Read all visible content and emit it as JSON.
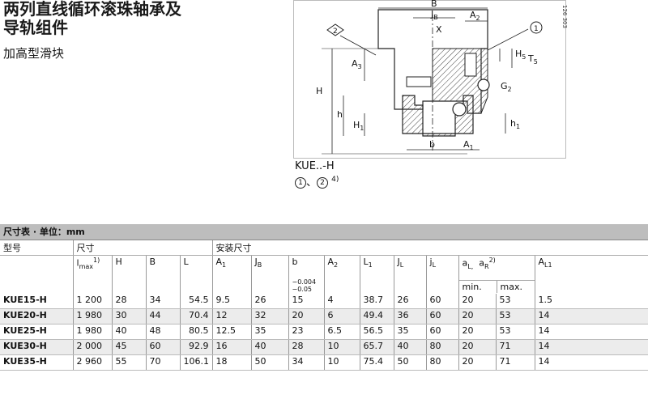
{
  "heading": {
    "title_line1": "两列直线循环滚珠轴承及",
    "title_line2": "导轨组件",
    "subtitle": "加高型滑块"
  },
  "drawing": {
    "labels": {
      "B": "B",
      "JB": "J",
      "JB_sub": "B",
      "A2": "A",
      "A2_sub": "2",
      "X": "X",
      "H5": "H",
      "H5_sub": "5",
      "T5": "T",
      "T5_sub": "5",
      "A3": "A",
      "A3_sub": "3",
      "H": "H",
      "h": "h",
      "H1": "H",
      "H1_sub": "1",
      "G2": "G",
      "G2_sub": "2",
      "h1": "h",
      "h1_sub": "1",
      "b": "b",
      "A1": "A",
      "A1_sub": "1",
      "callout1": "1",
      "callout2": "2",
      "code": "126 303"
    }
  },
  "caption": {
    "model": "KUE..-H",
    "c1": "1",
    "sep": "、",
    "c2": "2",
    "note": "4)"
  },
  "table": {
    "title": "尺寸表 · 单位：mm",
    "col_model": "型号",
    "group_dim": "尺寸",
    "group_install": "安装尺寸",
    "h_lmax": "l",
    "h_lmax_sub": "max",
    "h_lmax_sup": "1)",
    "h_H": "H",
    "h_B": "B",
    "h_L": "L",
    "h_A1": "A",
    "h_A1_sub": "1",
    "h_JB": "J",
    "h_JB_sub": "B",
    "h_b": "b",
    "h_b_tol1": "−0.004",
    "h_b_tol2": "−0.05",
    "h_A2": "A",
    "h_A2_sub": "2",
    "h_L1": "L",
    "h_L1_sub": "1",
    "h_JL": "J",
    "h_JL_sub": "L",
    "h_jL": "j",
    "h_jL_sub": "L",
    "h_aLaR_a1": "a",
    "h_aLaR_sub1": "L,",
    "h_aLaR_a2": "a",
    "h_aLaR_sub2": "R",
    "h_aLaR_sup": "2)",
    "h_min": "min.",
    "h_max": "max.",
    "h_AL1": "A",
    "h_AL1_sub": "L1",
    "rows": [
      {
        "model": "KUE15-H",
        "lmax": "1 200",
        "H": "28",
        "B": "34",
        "L": "54.5",
        "A1": "9.5",
        "JB": "26",
        "b": "15",
        "A2": "4",
        "L1": "38.7",
        "JL": "26",
        "jL": "60",
        "amin": "20",
        "amax": "53",
        "AL1": "1.5"
      },
      {
        "model": "KUE20-H",
        "lmax": "1 980",
        "H": "30",
        "B": "44",
        "L": "70.4",
        "A1": "12",
        "JB": "32",
        "b": "20",
        "A2": "6",
        "L1": "49.4",
        "JL": "36",
        "jL": "60",
        "amin": "20",
        "amax": "53",
        "AL1": "14"
      },
      {
        "model": "KUE25-H",
        "lmax": "1 980",
        "H": "40",
        "B": "48",
        "L": "80.5",
        "A1": "12.5",
        "JB": "35",
        "b": "23",
        "A2": "6.5",
        "L1": "56.5",
        "JL": "35",
        "jL": "60",
        "amin": "20",
        "amax": "53",
        "AL1": "14"
      },
      {
        "model": "KUE30-H",
        "lmax": "2 000",
        "H": "45",
        "B": "60",
        "L": "92.9",
        "A1": "16",
        "JB": "40",
        "b": "28",
        "A2": "10",
        "L1": "65.7",
        "JL": "40",
        "jL": "80",
        "amin": "20",
        "amax": "71",
        "AL1": "14"
      },
      {
        "model": "KUE35-H",
        "lmax": "2 960",
        "H": "55",
        "B": "70",
        "L": "106.1",
        "A1": "18",
        "JB": "50",
        "b": "34",
        "A2": "10",
        "L1": "75.4",
        "JL": "50",
        "jL": "80",
        "amin": "20",
        "amax": "71",
        "AL1": "14"
      }
    ]
  }
}
